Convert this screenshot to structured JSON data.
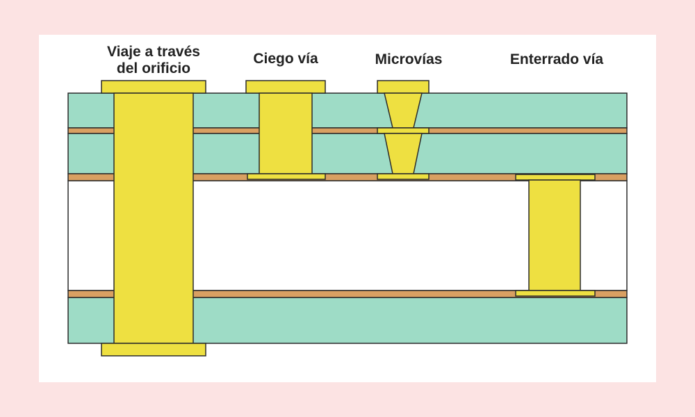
{
  "labels": {
    "through_hole_line1": "Viaje a través",
    "through_hole_line2": "del orificio",
    "blind_via": "Ciego vía",
    "microvia": "Microvías",
    "buried_via": "Enterrado vía"
  },
  "colors": {
    "background": "#fce3e3",
    "card": "#ffffff",
    "substrate": "#9edcc6",
    "copper_trace": "#d9a062",
    "via_fill": "#eee041",
    "outline": "#2a2a2a"
  }
}
